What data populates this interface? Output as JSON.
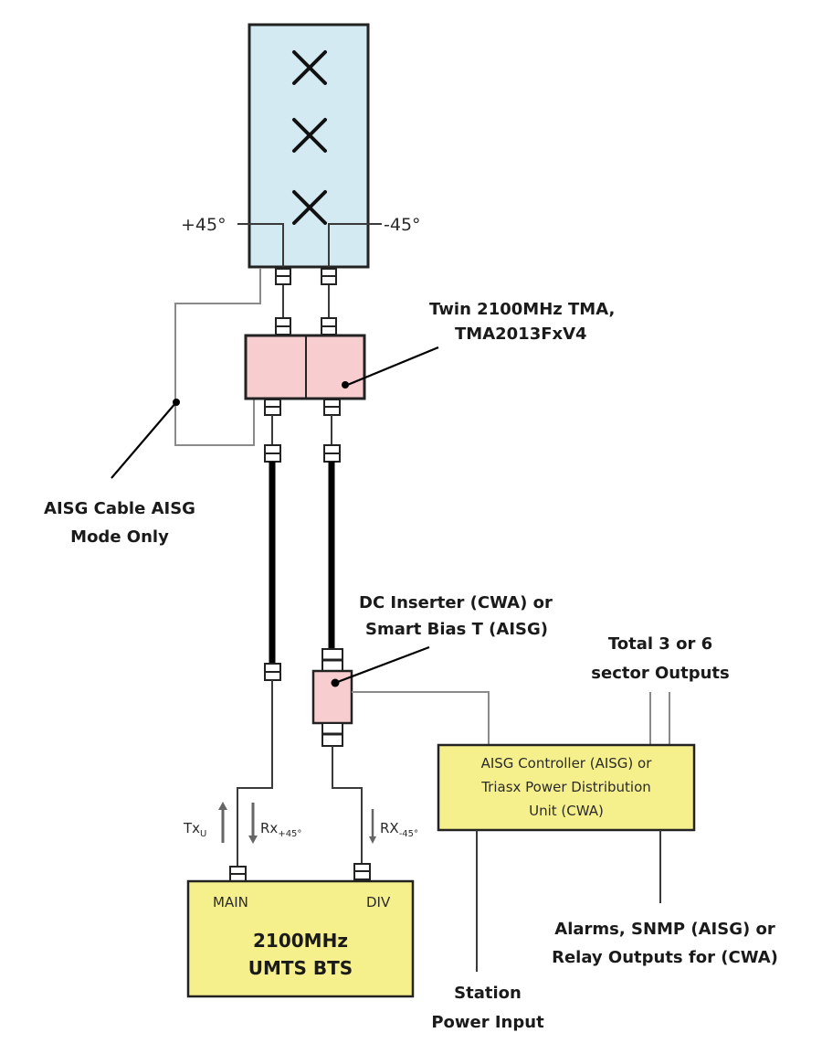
{
  "colors": {
    "antenna_fill": "#d4eaf3",
    "tma_fill": "#f7cdd0",
    "bias_t_fill": "#f7cdd0",
    "controller_fill": "#f6f08c",
    "bts_fill": "#f6f08c",
    "outline": "#222222"
  },
  "antenna": {
    "elements": [
      "x-element",
      "x-element",
      "x-element"
    ],
    "port_plus": "+45°",
    "port_minus": "-45°"
  },
  "tma": {
    "label_line1": "Twin 2100MHz TMA,",
    "label_line2": "TMA2013FxV4"
  },
  "aisg_cable": {
    "label_line1": "AISG Cable AISG",
    "label_line2": "Mode Only"
  },
  "bias_t": {
    "label_line1": "DC Inserter (CWA) or",
    "label_line2": "Smart Bias T (AISG)"
  },
  "sector_outputs": {
    "label_line1": "Total 3 or 6",
    "label_line2": "sector Outputs"
  },
  "controller": {
    "line1": "AISG Controller (AISG) or",
    "line2": "Triasx Power Distribution",
    "line3": "Unit (CWA)"
  },
  "signals": {
    "tx": "Tx",
    "tx_sub": "U",
    "rx_main": "Rx",
    "rx_main_sub": "+45°",
    "rx_div": "RX",
    "rx_div_sub": "-45°"
  },
  "bts": {
    "port_main": "MAIN",
    "port_div": "DIV",
    "title_line1": "2100MHz",
    "title_line2": "UMTS BTS"
  },
  "alarms": {
    "label_line1": "Alarms, SNMP (AISG) or",
    "label_line2": "Relay Outputs for (CWA)"
  },
  "station_power": {
    "label_line1": "Station",
    "label_line2": "Power Input"
  }
}
